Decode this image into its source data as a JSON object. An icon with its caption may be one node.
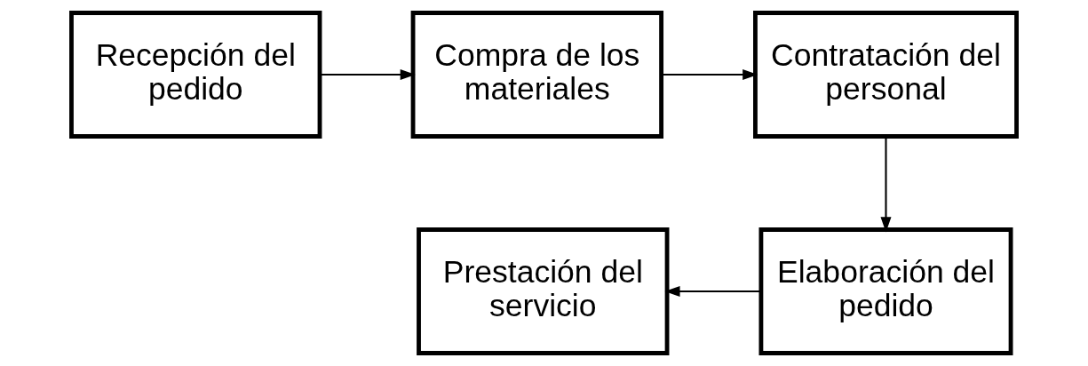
{
  "diagram": {
    "nodes": [
      {
        "text": [
          "Recepción del pedido"
        ]
      },
      {
        "text": [
          "Compra de los materiales"
        ]
      },
      {
        "text": [
          "Contratación del personal"
        ]
      },
      {
        "text": [
          "Elaboración del pedido"
        ]
      },
      {
        "text": [
          "Prestación del servicio"
        ]
      }
    ],
    "edges": [
      {
        "from": 0,
        "to": 1,
        "arrow": "to"
      },
      {
        "from": 1,
        "to": 2,
        "arrow": "to"
      },
      {
        "from": 2,
        "to": 3,
        "arrow": "to"
      },
      {
        "from": 3,
        "to": 4,
        "arrow": "to"
      }
    ]
  }
}
